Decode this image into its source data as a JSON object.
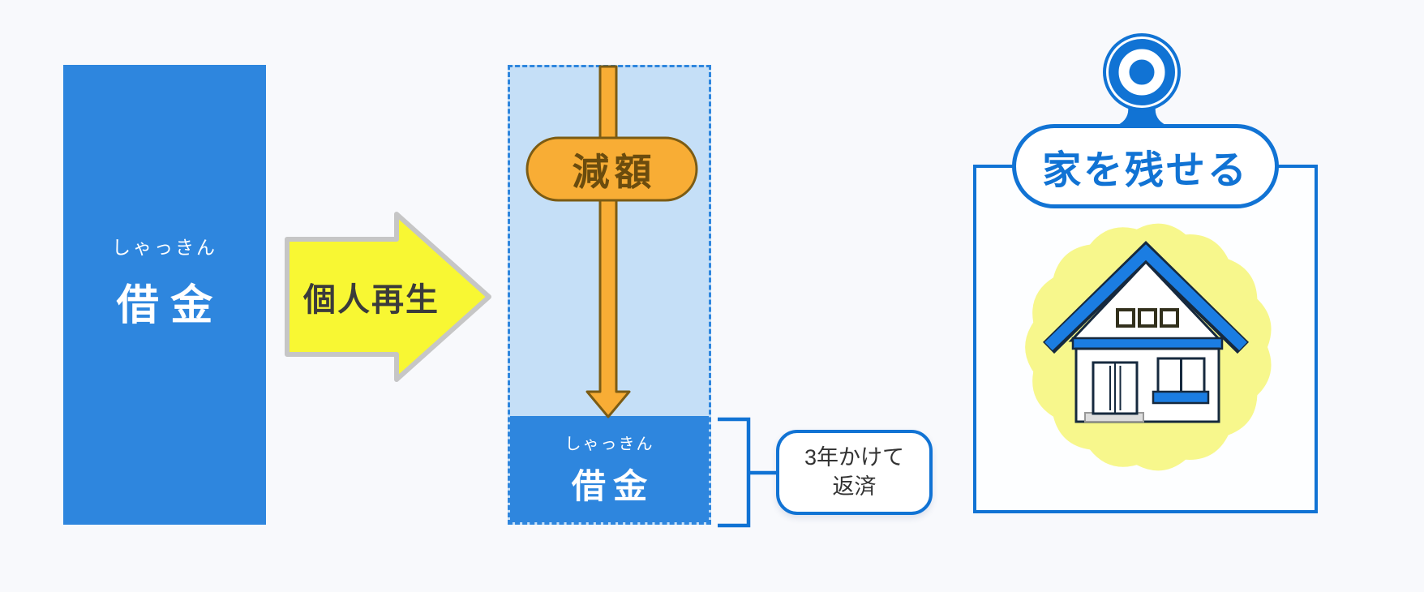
{
  "background": "#f8f9fc",
  "colors": {
    "primary_blue": "#2e86de",
    "light_blue_fill": "#c5dff7",
    "accent_blue": "#1173d4",
    "roof_blue": "#1b7de2",
    "arrow_yellow": "#f8f733",
    "arrow_border_gray": "#c6c6c6",
    "reduction_orange": "#f8ad35",
    "reduction_orange_dark": "#7c5c14",
    "reduction_text_brown": "#6b4c0e",
    "house_outline_navy": "#16293e",
    "house_blob_yellow": "#f7f78c",
    "text_dark": "#333333"
  },
  "debt_box": {
    "furigana": "しゃっきん",
    "label": "借金"
  },
  "process_arrow": {
    "label": "個人再生"
  },
  "reduction": {
    "badge_label": "減額"
  },
  "remaining_debt_box": {
    "furigana": "しゃっきん",
    "label": "借金"
  },
  "repayment_bubble": {
    "line1": "3年かけて",
    "line2": "返済"
  },
  "result_panel": {
    "label": "家を残せる"
  }
}
